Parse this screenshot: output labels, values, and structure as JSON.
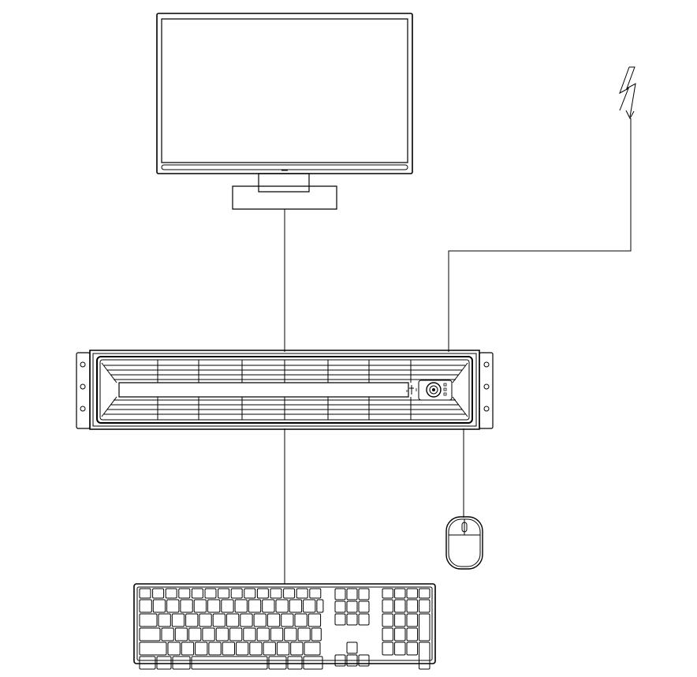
{
  "diagram": {
    "nodes": [
      {
        "id": "monitor",
        "kind": "display"
      },
      {
        "id": "server",
        "kind": "rack-server-2u"
      },
      {
        "id": "power",
        "kind": "power-source"
      },
      {
        "id": "mouse",
        "kind": "mouse"
      },
      {
        "id": "keyboard",
        "kind": "keyboard"
      }
    ],
    "connections": [
      {
        "from": "monitor",
        "to": "server"
      },
      {
        "from": "power",
        "to": "server"
      },
      {
        "from": "server",
        "to": "mouse"
      },
      {
        "from": "server",
        "to": "keyboard"
      }
    ]
  },
  "icons": {
    "monitor": "monitor-icon",
    "server": "rack-server-icon",
    "power": "power-bolt-icon",
    "mouse": "mouse-icon",
    "keyboard": "keyboard-icon"
  },
  "colors": {
    "stroke": "#000000",
    "background": "#ffffff"
  }
}
